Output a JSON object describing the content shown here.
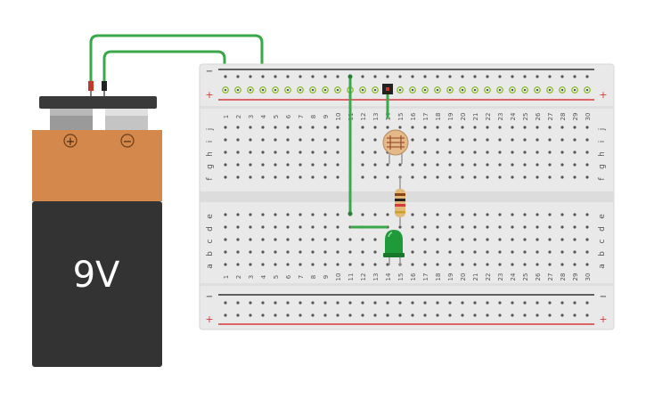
{
  "battery": {
    "voltage_label": "9V",
    "plus_symbol": "+",
    "minus_symbol": "−",
    "colors": {
      "top": "#d4884b",
      "bottom": "#333333",
      "cap": "#3a3a3a",
      "label": "#ffffff"
    }
  },
  "breadboard": {
    "columns": [
      "1",
      "2",
      "3",
      "4",
      "5",
      "6",
      "7",
      "8",
      "9",
      "10",
      "11",
      "12",
      "13",
      "14",
      "15",
      "16",
      "17",
      "18",
      "19",
      "20",
      "21",
      "22",
      "23",
      "24",
      "25",
      "26",
      "27",
      "28",
      "29",
      "30"
    ],
    "rows_top": [
      "j",
      "i",
      "h",
      "g",
      "f"
    ],
    "rows_bottom": [
      "e",
      "d",
      "c",
      "b",
      "a"
    ],
    "rail_plus": "+",
    "rail_minus": "−",
    "colors": {
      "board": "#e9e9e9",
      "hole": "#555555",
      "plus_line": "#d63a3a",
      "minus_line": "#333333",
      "highlight": "#8fbf3a"
    }
  },
  "wires": {
    "color": "#3aa84a"
  },
  "components": [
    "photoresistor",
    "resistor",
    "led"
  ],
  "led_color": "#1e9a3a"
}
